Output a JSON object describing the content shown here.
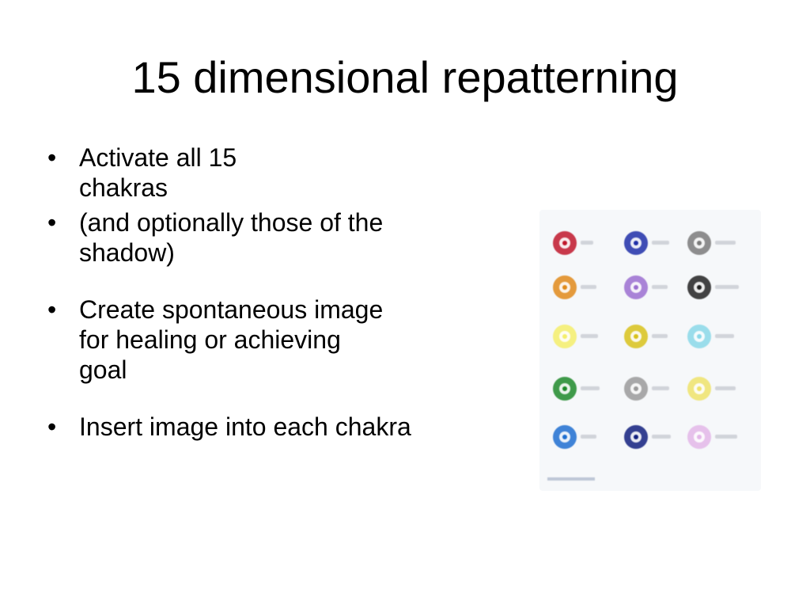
{
  "slide": {
    "title": "15 dimensional repatterning",
    "bullets": [
      "Activate all 15 chakras",
      "(and optionally those of the shadow)",
      "Create spontaneous image for healing or achieving goal",
      "Insert image into each chakra"
    ],
    "bullet_symbol": "•"
  },
  "image": {
    "description_label": "chakra-chart",
    "chakra_colors": [
      [
        "#c0182b",
        "#1f2fa8",
        "#7a7a7a"
      ],
      [
        "#e08a1a",
        "#9b6fd0",
        "#222222"
      ],
      [
        "#f4ef6a",
        "#d8c21a",
        "#8ad8e8"
      ],
      [
        "#1e8a2a",
        "#9a9a9a",
        "#efe36a"
      ],
      [
        "#1e6fd0",
        "#12207e",
        "#e3b7e8"
      ]
    ]
  }
}
